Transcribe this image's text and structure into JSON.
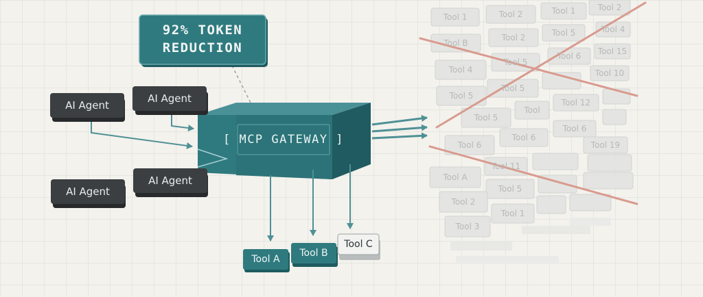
{
  "callout": {
    "text": "92% TOKEN\nREDUCTION"
  },
  "gateway": {
    "label": "[ MCP GATEWAY ]"
  },
  "agents": [
    {
      "label": "AI Agent"
    },
    {
      "label": "AI Agent"
    },
    {
      "label": "AI Agent"
    },
    {
      "label": "AI Agent"
    }
  ],
  "tools": [
    {
      "label": "Tool A"
    },
    {
      "label": "Tool B"
    },
    {
      "label": "Tool C"
    }
  ],
  "ghost_tools": [
    "Tool 1",
    "Tool 2",
    "Tool 1",
    "Tool 2",
    "Tool B",
    "Tool 2",
    "Tool 5",
    "Tool 4",
    "Tool 4",
    "Tool 5",
    "Tool 6",
    "Tool 15",
    "Tool 5",
    "Tool 10",
    "Tool 5",
    "Tool 12",
    "Tool 5",
    "Tool",
    "Tool 6",
    "Tool 6",
    "Tool 6",
    "Tool 19",
    "Tool A",
    "Tool 11",
    "Tool 2",
    "Tool 5",
    "Tool 3",
    "Tool 1"
  ],
  "colors": {
    "teal": "#2f7a7f",
    "teal_dark": "#1f5b60",
    "agent": "#3b3f41",
    "arrow": "#4f9095",
    "cross": "#d99a8e"
  }
}
